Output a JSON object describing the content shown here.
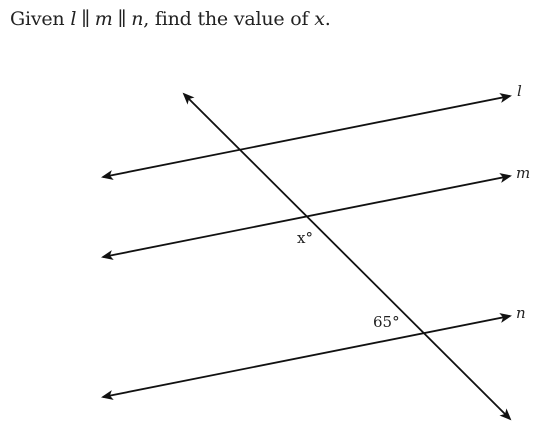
{
  "question": {
    "prefix": "Given ",
    "var1": "l",
    "parallel1": "∥",
    "var2": "m",
    "parallel2": "∥",
    "var3": "n",
    "middle": ", find the value of ",
    "unknown": "x",
    "suffix": "."
  },
  "diagram": {
    "line_labels": {
      "l": "l",
      "m": "m",
      "n": "n"
    },
    "angle_unknown": "x°",
    "angle_known": "65°"
  }
}
